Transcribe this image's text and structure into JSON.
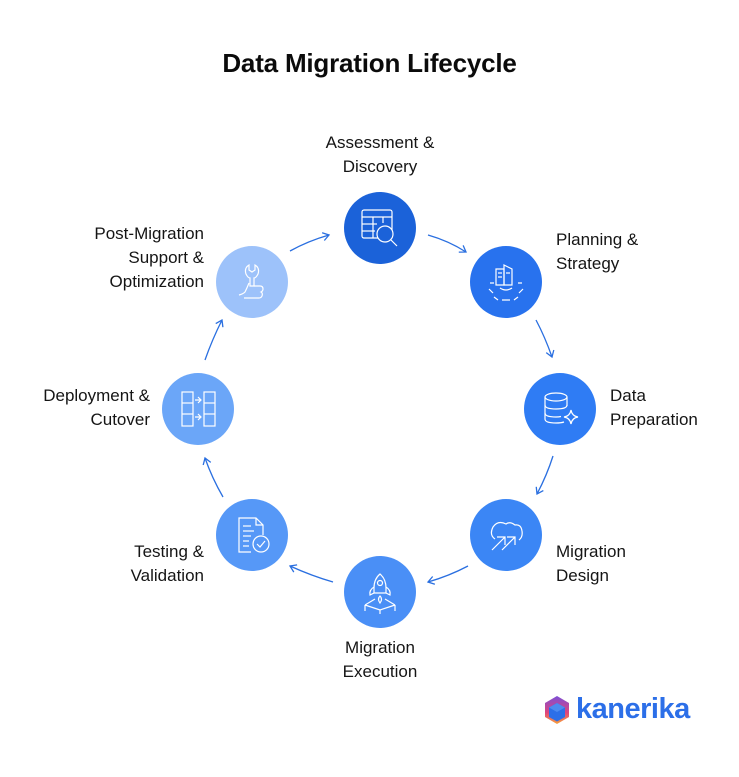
{
  "title": "Data Migration Lifecycle",
  "stages": [
    {
      "line1": "Assessment &",
      "line2": "Discovery",
      "icon": "table-search-icon",
      "color": "#1b62d9"
    },
    {
      "line1": "Planning &",
      "line2": "Strategy",
      "icon": "building-gear-icon",
      "color": "#2872ee"
    },
    {
      "line1": "Data",
      "line2": "Preparation",
      "icon": "database-sparkle-icon",
      "color": "#2f7cf4"
    },
    {
      "line1": "Migration",
      "line2": "Design",
      "icon": "cloud-arrows-icon",
      "color": "#3b86f5"
    },
    {
      "line1": "Migration",
      "line2": "Execution",
      "icon": "rocket-launch-icon",
      "color": "#4a8ff6"
    },
    {
      "line1": "Testing &",
      "line2": "Validation",
      "icon": "document-check-icon",
      "color": "#5698f7"
    },
    {
      "line1": "Deployment &",
      "line2": "Cutover",
      "icon": "columns-transfer-icon",
      "color": "#6ba6f8"
    },
    {
      "line1": "Post-Migration",
      "line2": "Support &",
      "line3": "Optimization",
      "icon": "wrench-thumbs-up-icon",
      "color": "#9dc2fa"
    }
  ],
  "arrow_color": "#2a6fe0",
  "logo": {
    "text": "kanerika",
    "icon": "kanerika-cube-logo-icon"
  }
}
